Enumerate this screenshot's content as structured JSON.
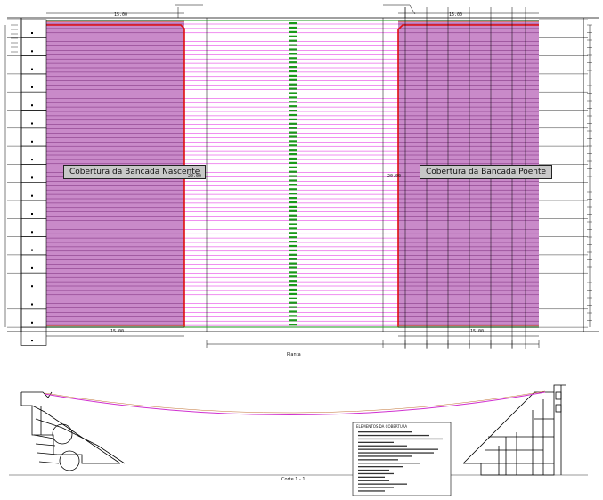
{
  "plan": {
    "label_left": "Cobertura da Bancada Nascente",
    "label_right": "Cobertura da Bancada Poente",
    "dim_top_left": "15.00",
    "dim_top_right": "15.00",
    "dim_bottom_left": "15.00",
    "dim_bottom_right": "15.00",
    "dim_mid_left": "20.00",
    "dim_mid_right": "20.00",
    "bottom_axis_label": "Planta",
    "colors": {
      "roof": "#c07ac0",
      "roof_lines": "#7a2a7a",
      "edge_red": "#e01010",
      "edge_green": "#1a9a1a",
      "center_labels": "#1a9a1a",
      "pink_lines": "#e020e0",
      "frame": "#000000"
    }
  },
  "section": {
    "caption": "Corte 1 - 1",
    "cable_color": "#d030d0"
  },
  "legend": {
    "title": "ELEMENTOS DA COBERTURA"
  }
}
